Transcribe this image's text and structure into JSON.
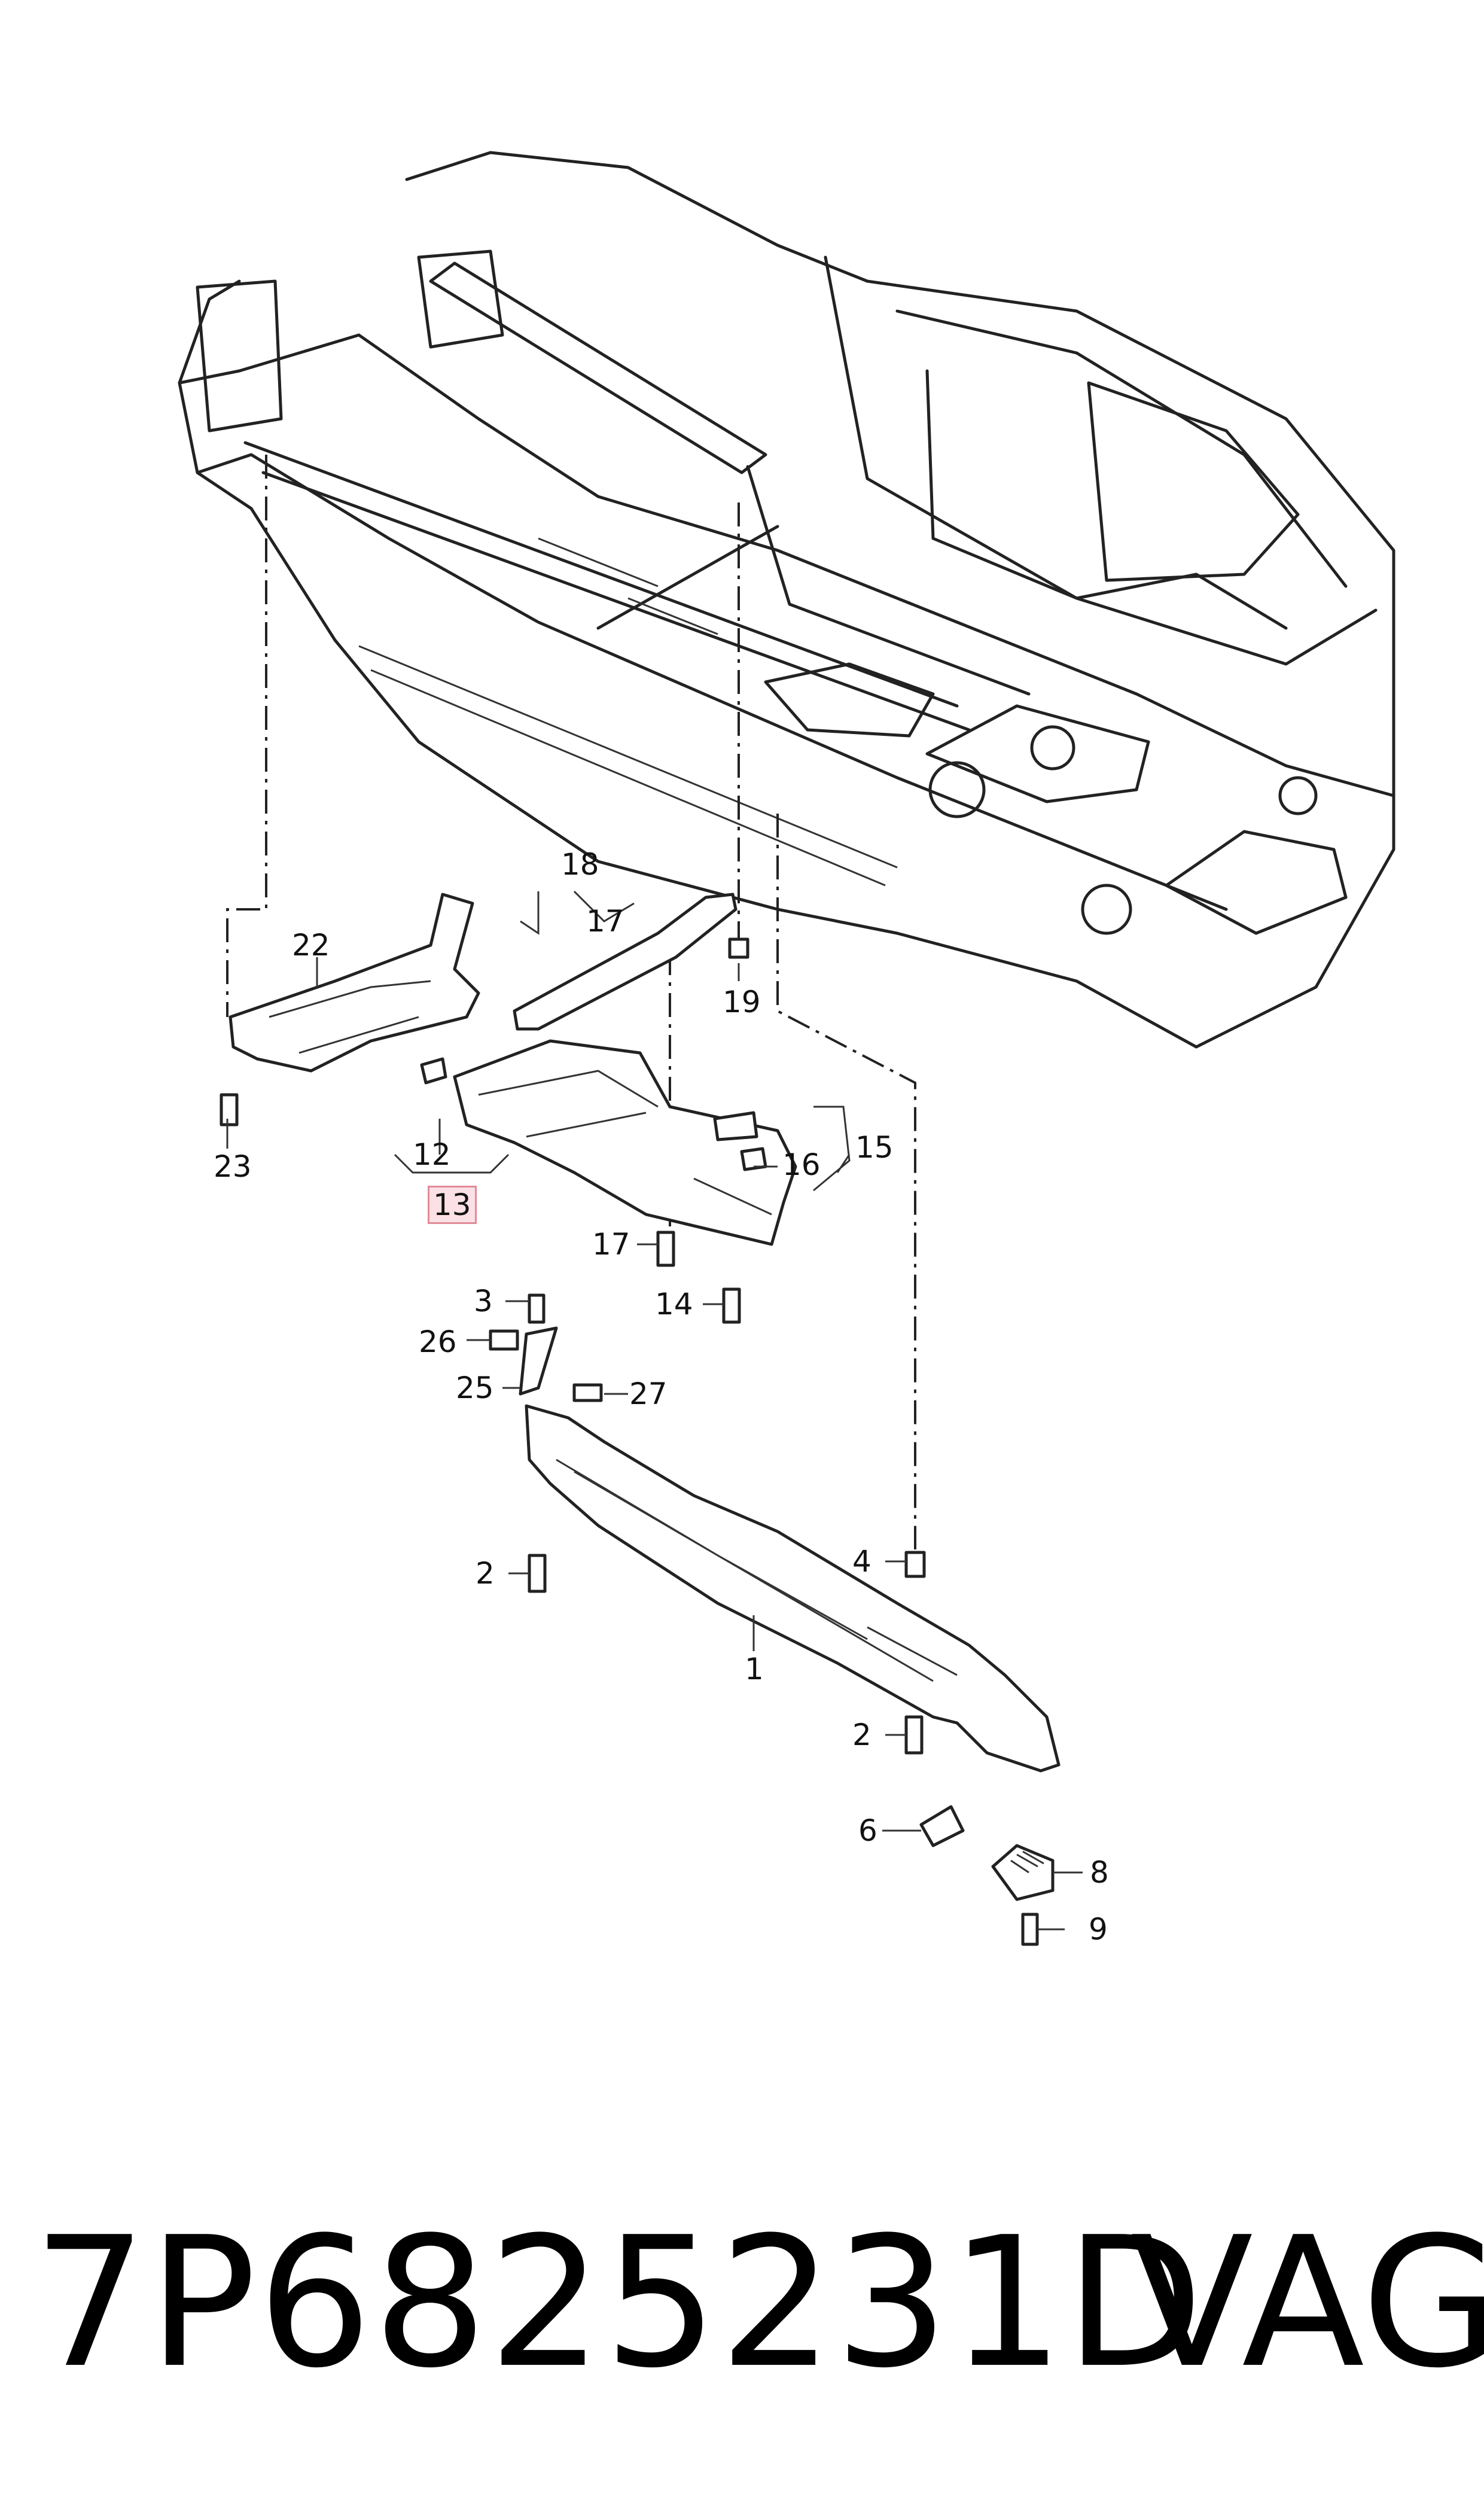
{
  "diagram": {
    "callouts": {
      "c1": "1",
      "c2a": "2",
      "c2b": "2",
      "c3": "3",
      "c4": "4",
      "c6": "6",
      "c8": "8",
      "c9": "9",
      "c12": "12",
      "c13": "13",
      "c14": "14",
      "c15": "15",
      "c16": "16",
      "c17a": "17",
      "c17b": "17",
      "c18": "18",
      "c19": "19",
      "c22": "22",
      "c23": "23",
      "c25": "25",
      "c26": "26",
      "c27": "27"
    }
  },
  "footer": {
    "part_number": "7P6825231D",
    "brand": "VAG"
  }
}
